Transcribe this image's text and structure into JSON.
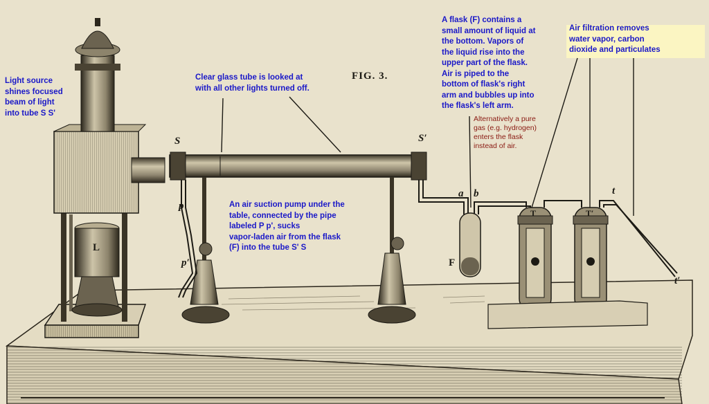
{
  "figure": {
    "title": "FIG. 3.",
    "labels": {
      "s_left": "S",
      "s_right": "S′",
      "p": "p",
      "p_prime": "p′",
      "l": "L",
      "f": "F",
      "a": "a",
      "b": "b",
      "t1": "T",
      "t2": "T′",
      "t_small": "t",
      "t_prime": "t′"
    }
  },
  "annotations": {
    "light_source": "Light source\nshines focused\nbeam of light\ninto tube S S'",
    "glass_tube": "Clear glass tube is looked at\nwith all other lights turned off.",
    "flask": "A flask (F) contains a\nsmall amount of liquid at\nthe bottom. Vapors of\nthe liquid rise into the\nupper part of the flask.\nAir is piped to the\nbottom of flask's right\narm and bubbles up into\nthe flask's left arm.",
    "flask_alt": "Alternatively a pure\ngas (e.g. hydrogen)\nenters the flask\ninstead of air.",
    "filtration": "Air filtration removes\nwater vapor, carbon\ndioxide and particulates",
    "pump": "An air suction pump under the\ntable, connected by the pipe\nlabeled P p', sucks\nvapor-laden air from the flask\n(F) into the tube S' S"
  },
  "colors": {
    "paper": "#e9e2cc",
    "ink": "#1c1a14",
    "annotation_blue": "#1a18c8",
    "annotation_red": "#8a1a12",
    "highlight": "#fbf5c2"
  }
}
